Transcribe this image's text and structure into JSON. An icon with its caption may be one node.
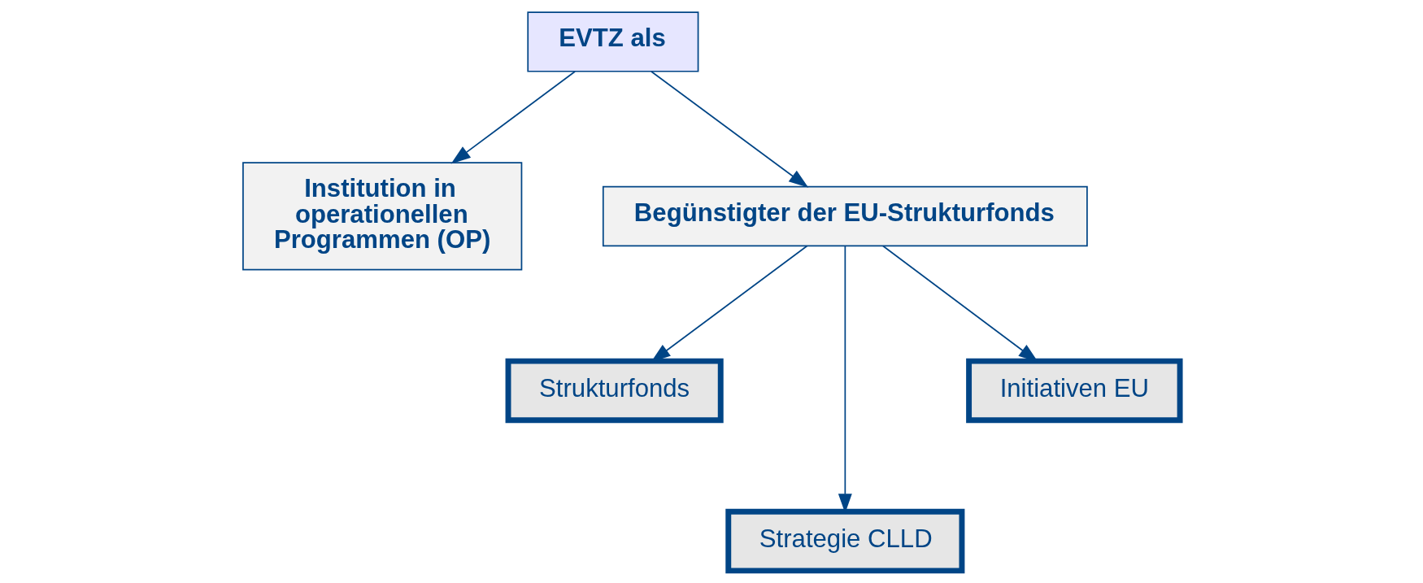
{
  "diagram": {
    "nodes": [
      {
        "text": [
          "EVTZ als"
        ]
      },
      {
        "text": [
          "Institution in operationellen Programmen (OP)"
        ]
      },
      {
        "text": [
          "Begünstigter der EU-Strukturfonds"
        ]
      },
      {
        "text": [
          "Strukturfonds"
        ]
      },
      {
        "text": [
          "Strategie CLLD"
        ]
      },
      {
        "text": [
          "Initiativen EU"
        ]
      }
    ],
    "edges": [
      {
        "from": 0,
        "to": 1,
        "arrow": "to"
      },
      {
        "from": 0,
        "to": 2,
        "arrow": "to"
      },
      {
        "from": 2,
        "to": 3,
        "arrow": "to"
      },
      {
        "from": 2,
        "to": 4,
        "arrow": "to"
      },
      {
        "from": 2,
        "to": 5,
        "arrow": "to"
      }
    ]
  }
}
